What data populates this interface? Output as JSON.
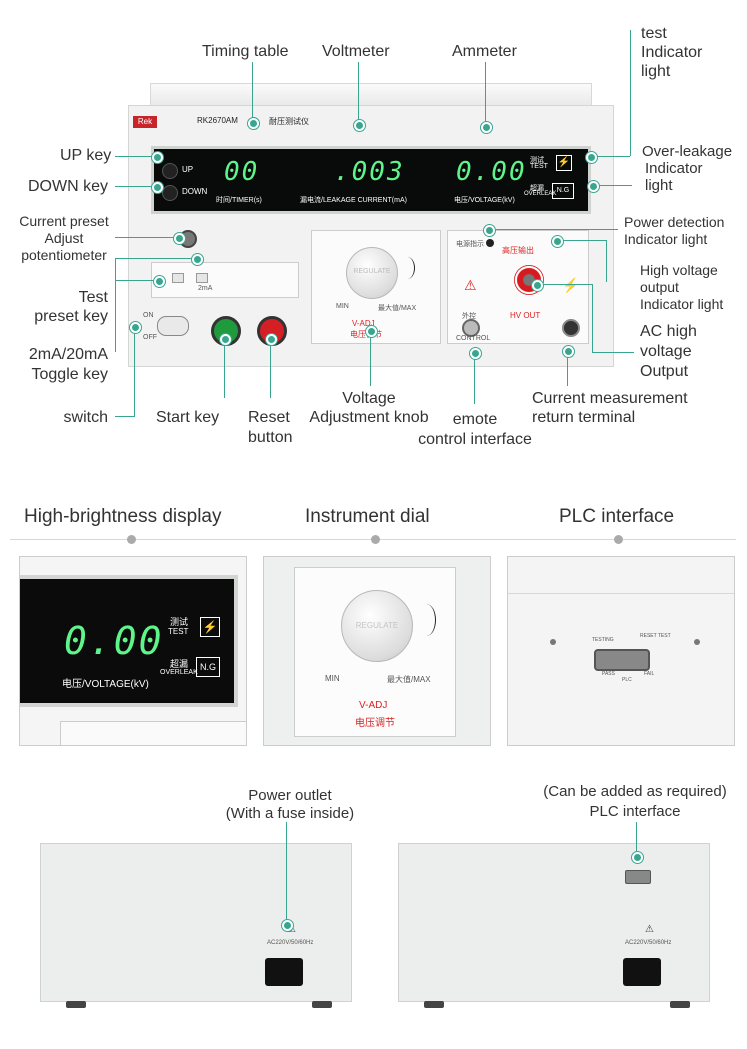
{
  "callouts": {
    "timing_table": "Timing table",
    "voltmeter": "Voltmeter",
    "ammeter": "Ammeter",
    "test_indicator": [
      "test",
      "Indicator",
      "light"
    ],
    "up_key": "UP key",
    "down_key": "DOWN key",
    "over_leakage": [
      "Over-leakage",
      "Indicator",
      "light"
    ],
    "current_preset": [
      "Current preset",
      "Adjust",
      "potentiometer"
    ],
    "power_detection": [
      "Power detection",
      "Indicator light"
    ],
    "high_voltage_output": [
      "High voltage",
      "output",
      "Indicator light"
    ],
    "test_preset": [
      "Test",
      "preset key"
    ],
    "toggle_key": [
      "2mA/20mA",
      "Toggle key"
    ],
    "ac_output": [
      "AC high",
      "voltage",
      "Output"
    ],
    "switch": "switch",
    "start_key": "Start key",
    "reset_button": [
      "Reset",
      "button"
    ],
    "voltage_knob": [
      "Voltage",
      "Adjustment knob"
    ],
    "remote_control": [
      "emote",
      "control interface"
    ],
    "current_return": [
      "Current measurement",
      "return terminal"
    ]
  },
  "device": {
    "brand": "Rek",
    "model": "RK2670AM",
    "model_cn": "耐压测试仪",
    "timer_value": "00",
    "leakage_value": ".003",
    "voltage_value": "0.00",
    "timer_label": "时间/TIMER(s)",
    "leakage_label": "漏电流/LEAKAGE CURRENT(mA)",
    "voltage_label": "电压/VOLTAGE(kV)",
    "test_label_cn": "测试",
    "test_label": "TEST",
    "overleak_label_cn": "超漏",
    "overleak_label": "OVERLEAK",
    "ng_label": "N.G",
    "up_label": "UP",
    "down_label": "DOWN",
    "knob_text": "REGULATE",
    "min_label": "MIN",
    "max_label": "最大值/MAX",
    "vadj_label": "V-ADJ",
    "vadj_cn": "电压调节",
    "hv_out_cn": "高压输出",
    "hv_out": "HV OUT",
    "control_cn": "外控",
    "control_label": "CONTROL",
    "power_cn": "电源指示",
    "on_label": "ON",
    "off_label": "OFF",
    "ma_label": "2mA",
    "accent_display": "#5ef58a",
    "start_color": "#1f9a3d",
    "reset_color": "#d41f24"
  },
  "sections": {
    "display_title": "High-brightness display",
    "dial_title": "Instrument dial",
    "plc_title": "PLC interface"
  },
  "detail_display": {
    "value": "0.00",
    "label": "电压/VOLTAGE(kV)",
    "test_cn": "测试",
    "test": "TEST",
    "overleak_cn": "超漏",
    "overleak": "OVERLEAK",
    "ng": "N.G"
  },
  "detail_dial": {
    "knob_text": "REGULATE",
    "min": "MIN",
    "max": "最大值/MAX",
    "vadj": "V-ADJ",
    "vadj_cn": "电压调节"
  },
  "detail_plc": {
    "testing": "TESTING",
    "reset_test": "RESET TEST",
    "pass": "PASS",
    "fail": "FAIL",
    "plc": "PLC"
  },
  "rear": {
    "power_outlet": [
      "Power outlet",
      "(With a fuse inside)"
    ],
    "plc_optional": [
      "(Can be added as required)",
      "PLC interface"
    ],
    "rating": "AC220V/50/60Hz"
  }
}
